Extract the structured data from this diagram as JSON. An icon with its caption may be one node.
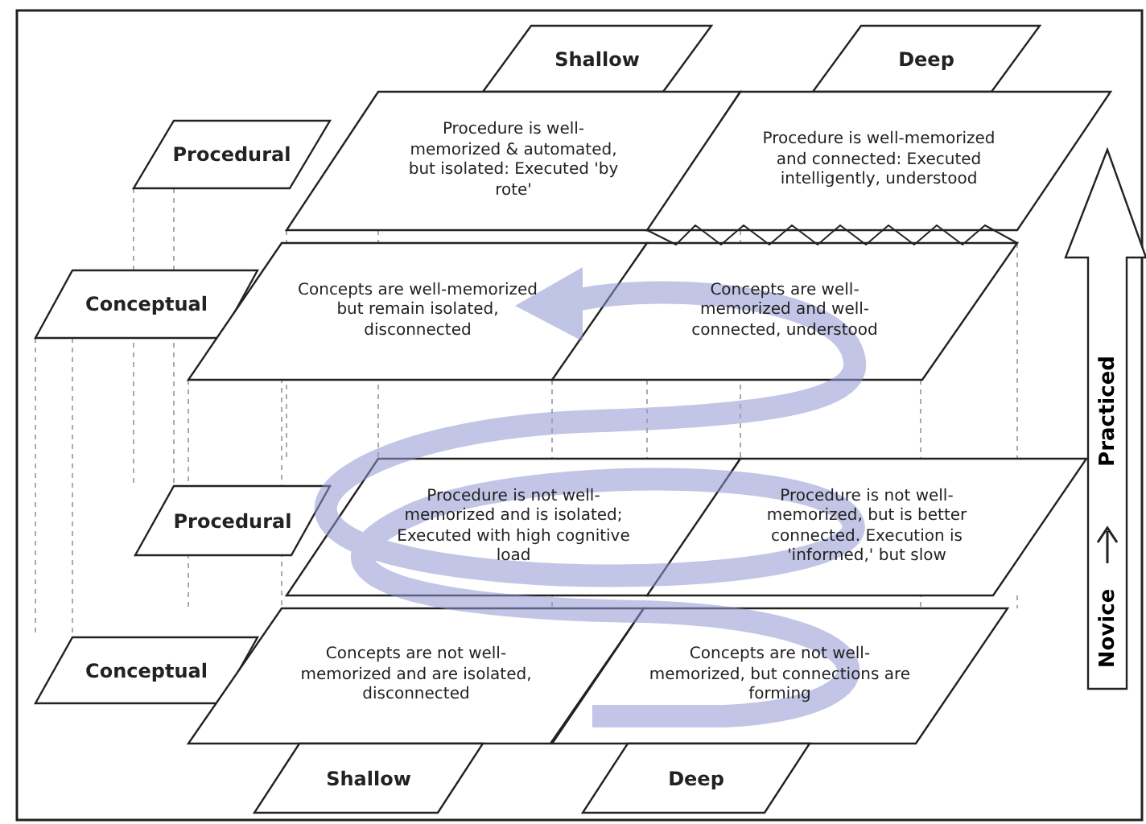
{
  "diagram": {
    "nodes": [
      {
        "text": [
          "Shallow"
        ]
      },
      {
        "text": [
          "Deep"
        ]
      },
      {
        "text": [
          "Procedural"
        ]
      },
      {
        "text": [
          "Procedure is well-memorized & automated, but isolated: Executed 'by rote'"
        ]
      },
      {
        "text": [
          "Procedure is well-memorized and connected: Executed intelligently, understood"
        ]
      },
      {
        "text": [
          "Conceptual"
        ]
      },
      {
        "text": [
          "Concepts are well-memorized but remain isolated, disconnected"
        ]
      },
      {
        "text": [
          "Concepts are well-memorized and well-connected, understood"
        ]
      },
      {
        "text": [
          "Procedural"
        ]
      },
      {
        "text": [
          "Procedure is not well-memorized and is isolated; Executed with high cognitive load"
        ]
      },
      {
        "text": [
          "Procedure is not well-memorized, but is better connected. Execution is 'informed,' but slow"
        ]
      },
      {
        "text": [
          "Conceptual"
        ]
      },
      {
        "text": [
          "Concepts are not well-memorized and are isolated, disconnected"
        ]
      },
      {
        "text": [
          "Concepts are not well-memorized, but connections are forming"
        ]
      },
      {
        "text": [
          "Shallow"
        ]
      },
      {
        "text": [
          "Deep"
        ]
      }
    ],
    "labels": [
      "Practiced",
      "Novice"
    ]
  }
}
